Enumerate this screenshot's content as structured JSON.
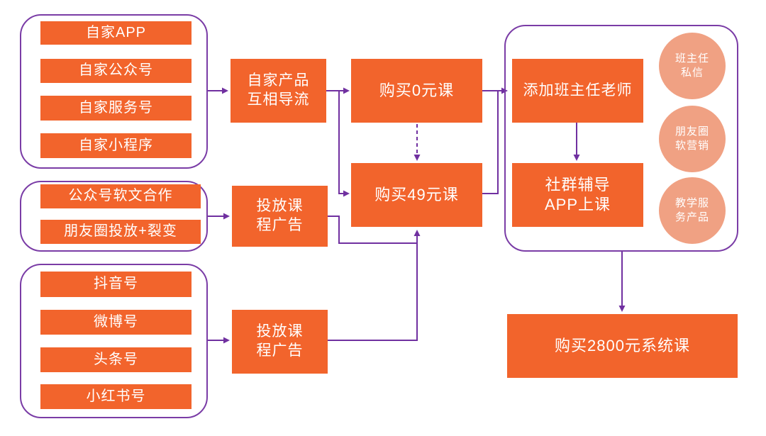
{
  "colors": {
    "node_orange": "#f2642c",
    "circle_salmon": "#f0a183",
    "connector_purple": "#7030a0",
    "panel_border_purple": "#7a3ca6",
    "node_text": "#ffffff"
  },
  "panels": {
    "own_channels": {
      "items": [
        "自家APP",
        "自家公众号",
        "自家服务号",
        "自家小程序"
      ]
    },
    "paid_wechat": {
      "items": [
        "公众号软文合作",
        "朋友圈投放+裂变"
      ]
    },
    "media_accounts": {
      "items": [
        "抖音号",
        "微博号",
        "头条号",
        "小红书号"
      ]
    }
  },
  "nodes": {
    "cross_traffic": "自家产品\n互相导流",
    "course_ads_1": "投放课\n程广告",
    "course_ads_2": "投放课\n程广告",
    "buy_0": "购买0元课",
    "buy_49": "购买49元课",
    "add_teacher": "添加班主任老师",
    "community": "社群辅导\nAPP上课",
    "buy_2800": "购买2800元系统课"
  },
  "circles": [
    "班主任\n私信",
    "朋友圈\n软营销",
    "教学服\n务产品"
  ],
  "edges": [
    {
      "from": "own-channels-panel",
      "to": "cross-traffic",
      "style": "solid"
    },
    {
      "from": "paid-wechat-panel",
      "to": "course-ads-1",
      "style": "solid"
    },
    {
      "from": "media-accounts-panel",
      "to": "course-ads-2",
      "style": "solid"
    },
    {
      "from": "cross-traffic",
      "to": "buy-0-course",
      "style": "solid"
    },
    {
      "from": "cross-traffic",
      "to": "buy-49-course",
      "style": "solid"
    },
    {
      "from": "course-ads-1",
      "to": "buy-49-course",
      "style": "solid"
    },
    {
      "from": "course-ads-2",
      "to": "buy-49-course",
      "style": "solid"
    },
    {
      "from": "buy-0-course",
      "to": "buy-49-course",
      "style": "dashed"
    },
    {
      "from": "buy-0-course",
      "to": "add-head-teacher",
      "style": "solid"
    },
    {
      "from": "buy-49-course",
      "to": "add-head-teacher",
      "style": "solid"
    },
    {
      "from": "add-head-teacher",
      "to": "community-tutoring",
      "style": "solid"
    },
    {
      "from": "conversion-panel",
      "to": "buy-2800-course",
      "style": "solid"
    }
  ]
}
